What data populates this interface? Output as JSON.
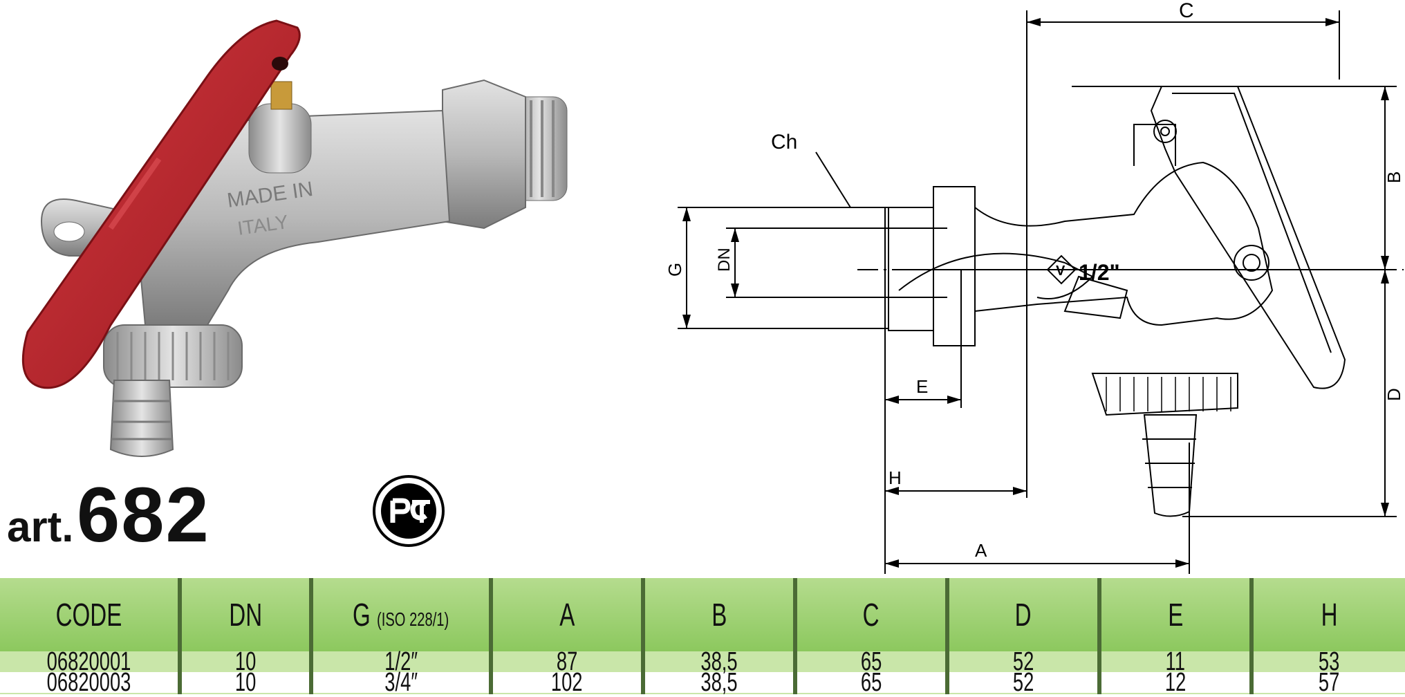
{
  "article": {
    "prefix": "art.",
    "number": "682"
  },
  "certification": {
    "icon": "pct-certification-icon",
    "label": "PCT"
  },
  "drawing": {
    "dimension_labels": {
      "A": "A",
      "B": "B",
      "C": "C",
      "D": "D",
      "E": "E",
      "H": "H",
      "G": "G",
      "DN": "DN",
      "Ch": "Ch"
    },
    "size_marking": "1/2\"",
    "marking_symbol": "V"
  },
  "photo": {
    "body_text_1": "MADE IN",
    "body_text_2": "ITALY"
  },
  "table": {
    "headers": [
      {
        "main": "CODE",
        "sub": ""
      },
      {
        "main": "DN",
        "sub": ""
      },
      {
        "main": "G",
        "sub": "(ISO 228/1)"
      },
      {
        "main": "A",
        "sub": ""
      },
      {
        "main": "B",
        "sub": ""
      },
      {
        "main": "C",
        "sub": ""
      },
      {
        "main": "D",
        "sub": ""
      },
      {
        "main": "E",
        "sub": ""
      },
      {
        "main": "H",
        "sub": ""
      }
    ],
    "rows": [
      [
        "06820001",
        "10",
        "1/2″",
        "87",
        "38,5",
        "65",
        "52",
        "11",
        "53"
      ],
      [
        "06820003",
        "10",
        "3/4″",
        "102",
        "38,5",
        "65",
        "52",
        "12",
        "57"
      ]
    ]
  },
  "colors": {
    "header_green": "#8cc85e",
    "row_green": "#c9e6a9",
    "divider": "#4b6b35",
    "lever_red": "#b8232b",
    "metal": "#b9b9b9"
  }
}
